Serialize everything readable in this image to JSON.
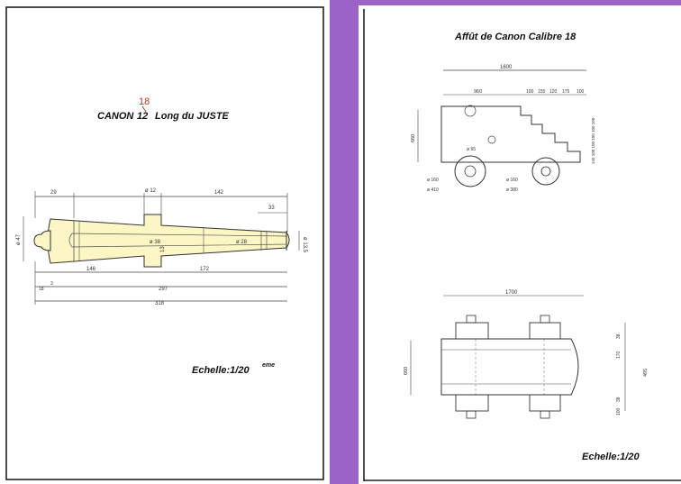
{
  "left_sheet": {
    "title_prefix": "CANON",
    "title_number": "12",
    "title_suffix": "Long du JUSTE",
    "correction": "18",
    "scale": "Echelle:1/20",
    "scale_sup": "eme",
    "dims": {
      "d29": "29",
      "d12": "ø 12",
      "d142": "142",
      "d33": "33",
      "d47": "ø 47",
      "d38": "ø 38",
      "d28": "ø 28",
      "d135": "ø 13,5",
      "d13": "13",
      "d146": "146",
      "d172": "172",
      "d18": "18",
      "d3": "3",
      "d297": "297",
      "d318": "318"
    }
  },
  "right_sheet": {
    "title": "Affût de Canon Calibre 18",
    "scale": "Echelle:1/20",
    "dims": {
      "d1600": "1600",
      "d960": "960",
      "d100a": "100",
      "d155": "155",
      "d120": "120",
      "d175": "175",
      "d100b": "100",
      "d660": "660",
      "d65": "ø 65",
      "d160a": "ø 160",
      "d410": "ø 410",
      "d160b": "ø 160",
      "d380": "ø 380",
      "dsteps": "145 100 100 100 100 100",
      "d1700": "1700",
      "d660b": "660",
      "d38a": "38",
      "d170": "170",
      "d495": "495",
      "d38b": "38",
      "d100c": "100"
    }
  }
}
